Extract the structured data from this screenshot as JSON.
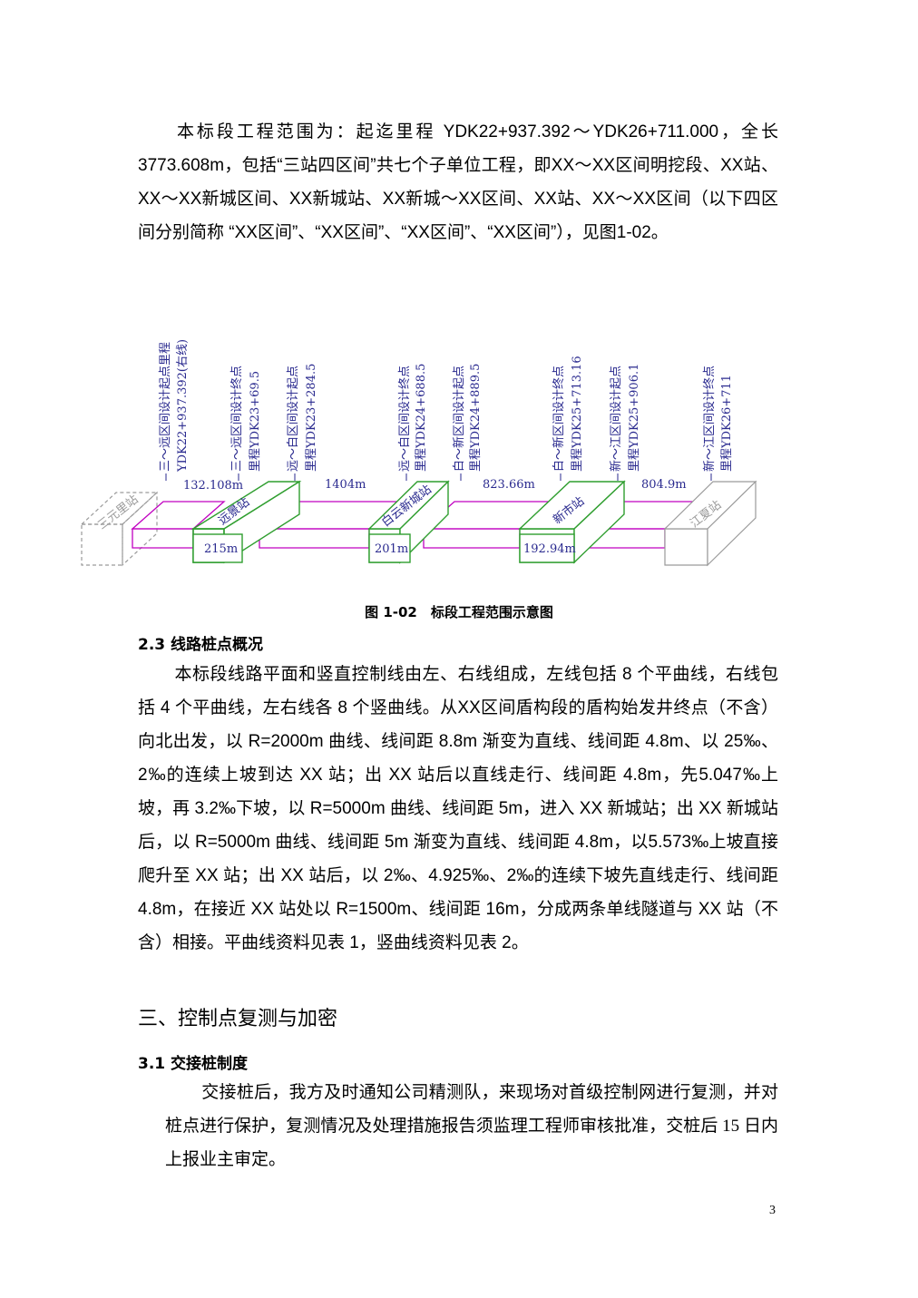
{
  "intro_paragraph": "本标段工程范围为：起迄里程 YDK22+937.392～YDK26+711.000，全长3773.608m，包括“三站四区间”共七个子单位工程，即XX～XX区间明挖段、XX站、XX～XX新城区间、XX新城站、XX新城～XX区间、XX站、XX～XX区间（以下四区间分别简称 “XX区间”、“XX区间”、“XX区间”、“XX区间”），见图1-02。",
  "figure": {
    "caption": "图 1-02　标段工程范围示意图",
    "colors": {
      "blue": "#2a2a8f",
      "green": "#2f9e2f",
      "magenta": "#c000c0",
      "gray": "#9a9a9a"
    },
    "stations": {
      "sanyuanli": "三元里站",
      "yuanjing": "远景站",
      "baiyun_xincheng": "白云新城站",
      "xinshi": "新市站",
      "jiangxia": "江夏站"
    },
    "station_lengths": {
      "yuanjing": "215m",
      "baiyun_xincheng": "201m",
      "xinshi": "192.94m"
    },
    "section_lengths": {
      "s1": "132.108m",
      "s2": "1404m",
      "s3": "823.66m",
      "s4": "804.9m"
    },
    "markers": [
      {
        "line1": "三～远区间设计起点里程",
        "line2": "YDK22+937.392(右线)"
      },
      {
        "line1": "三～远区间设计终点",
        "line2": "里程YDK23+69.5"
      },
      {
        "line1": "远～白区间设计起点",
        "line2": "里程YDK23+284.5"
      },
      {
        "line1": "远～白区间设计终点",
        "line2": "里程YDK24+688.5"
      },
      {
        "line1": "白～新区间设计起点",
        "line2": "里程YDK24+889.5"
      },
      {
        "line1": "白～新区间设计终点",
        "line2": "里程YDK25+713.16"
      },
      {
        "line1": "新～江区间设计起点",
        "line2": "里程YDK25+906.1"
      },
      {
        "line1": "新～江区间设计终点",
        "line2": "里程YDK26+711"
      }
    ]
  },
  "section_2_3": {
    "heading": "2.3 线路桩点概况",
    "paragraph": "本标段线路平面和竖直控制线由左、右线组成，左线包括 8 个平曲线，右线包括 4 个平曲线，左右线各 8 个竖曲线。从XX区间盾构段的盾构始发井终点（不含）向北出发，以 R=2000m 曲线、线间距 8.8m 渐变为直线、线间距 4.8m、以 25‰、2‰的连续上坡到达 XX 站；出 XX 站后以直线走行、线间距 4.8m，先5.047‰上坡，再 3.2‰下坡，以 R=5000m 曲线、线间距 5m，进入 XX 新城站；出 XX 新城站后，以 R=5000m 曲线、线间距 5m 渐变为直线、线间距 4.8m，以5.573‰上坡直接爬升至 XX 站；出 XX 站后，以 2‰、4.925‰、2‰的连续下坡先直线走行、线间距 4.8m，在接近 XX 站处以 R=1500m、线间距 16m，分成两条单线隧道与 XX 站（不含）相接。平曲线资料见表 1，竖曲线资料见表 2。"
  },
  "section_3": {
    "heading": "三、控制点复测与加密"
  },
  "section_3_1": {
    "heading": "3.1 交接桩制度",
    "paragraph": "交接桩后，我方及时通知公司精测队，来现场对首级控制网进行复测，并对桩点进行保护，复测情况及处理措施报告须监理工程师审核批准，交桩后 15 日内上报业主审定。"
  },
  "page_number": "3"
}
